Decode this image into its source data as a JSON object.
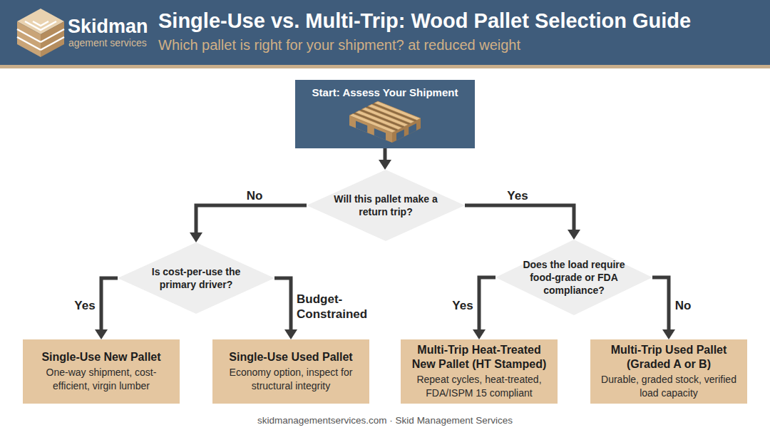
{
  "diagram": {
    "title": "Single-Use vs. Multi-Trip: Wood Pallet Selection Guide",
    "caption": "skidmanagementservices.com · Skid Management Services",
    "nodes": [
      {
        "text": [
          "Start: Assess Your Shipment"
        ]
      },
      {
        "text": [
          "Will this pallet make a return trip?"
        ]
      },
      {
        "text": [
          "Is cost-per-use the primary driver?"
        ]
      },
      {
        "text": [
          "Does the load require food-grade or FDA compliance?"
        ]
      },
      {
        "text": [
          "Single-Use New Pallet",
          "One-way shipment, cost-efficient, virgin lumber"
        ]
      },
      {
        "text": [
          "Single-Use Used Pallet",
          "Economy option, inspect for structural integrity"
        ]
      },
      {
        "text": [
          "Multi-Trip Heat-Treated New Pallet (HT Stamped)",
          "Repeat cycles, heat-treated, FDA/ISPM 15 compliant"
        ]
      },
      {
        "text": [
          "Multi-Trip Used Pallet (Graded A or B)",
          "Durable, graded stock, verified load capacity"
        ]
      }
    ],
    "edges": [
      {
        "from": 0,
        "to": 1,
        "arrow": "to"
      },
      {
        "from": 1,
        "to": 2,
        "label": "No",
        "arrow": "to"
      },
      {
        "from": 1,
        "to": 3,
        "label": "Yes",
        "arrow": "to"
      },
      {
        "from": 2,
        "to": 4,
        "label": "Yes",
        "arrow": "to"
      },
      {
        "from": 2,
        "to": 5,
        "label": "Budget-Constrained",
        "arrow": "to"
      },
      {
        "from": 3,
        "to": 6,
        "label": "Yes",
        "arrow": "to"
      },
      {
        "from": 3,
        "to": 7,
        "label": "No",
        "arrow": "to"
      }
    ],
    "labels": [
      "Skidman",
      "agement services",
      "Which pallet is right for your shipment? at reduced weight"
    ]
  }
}
